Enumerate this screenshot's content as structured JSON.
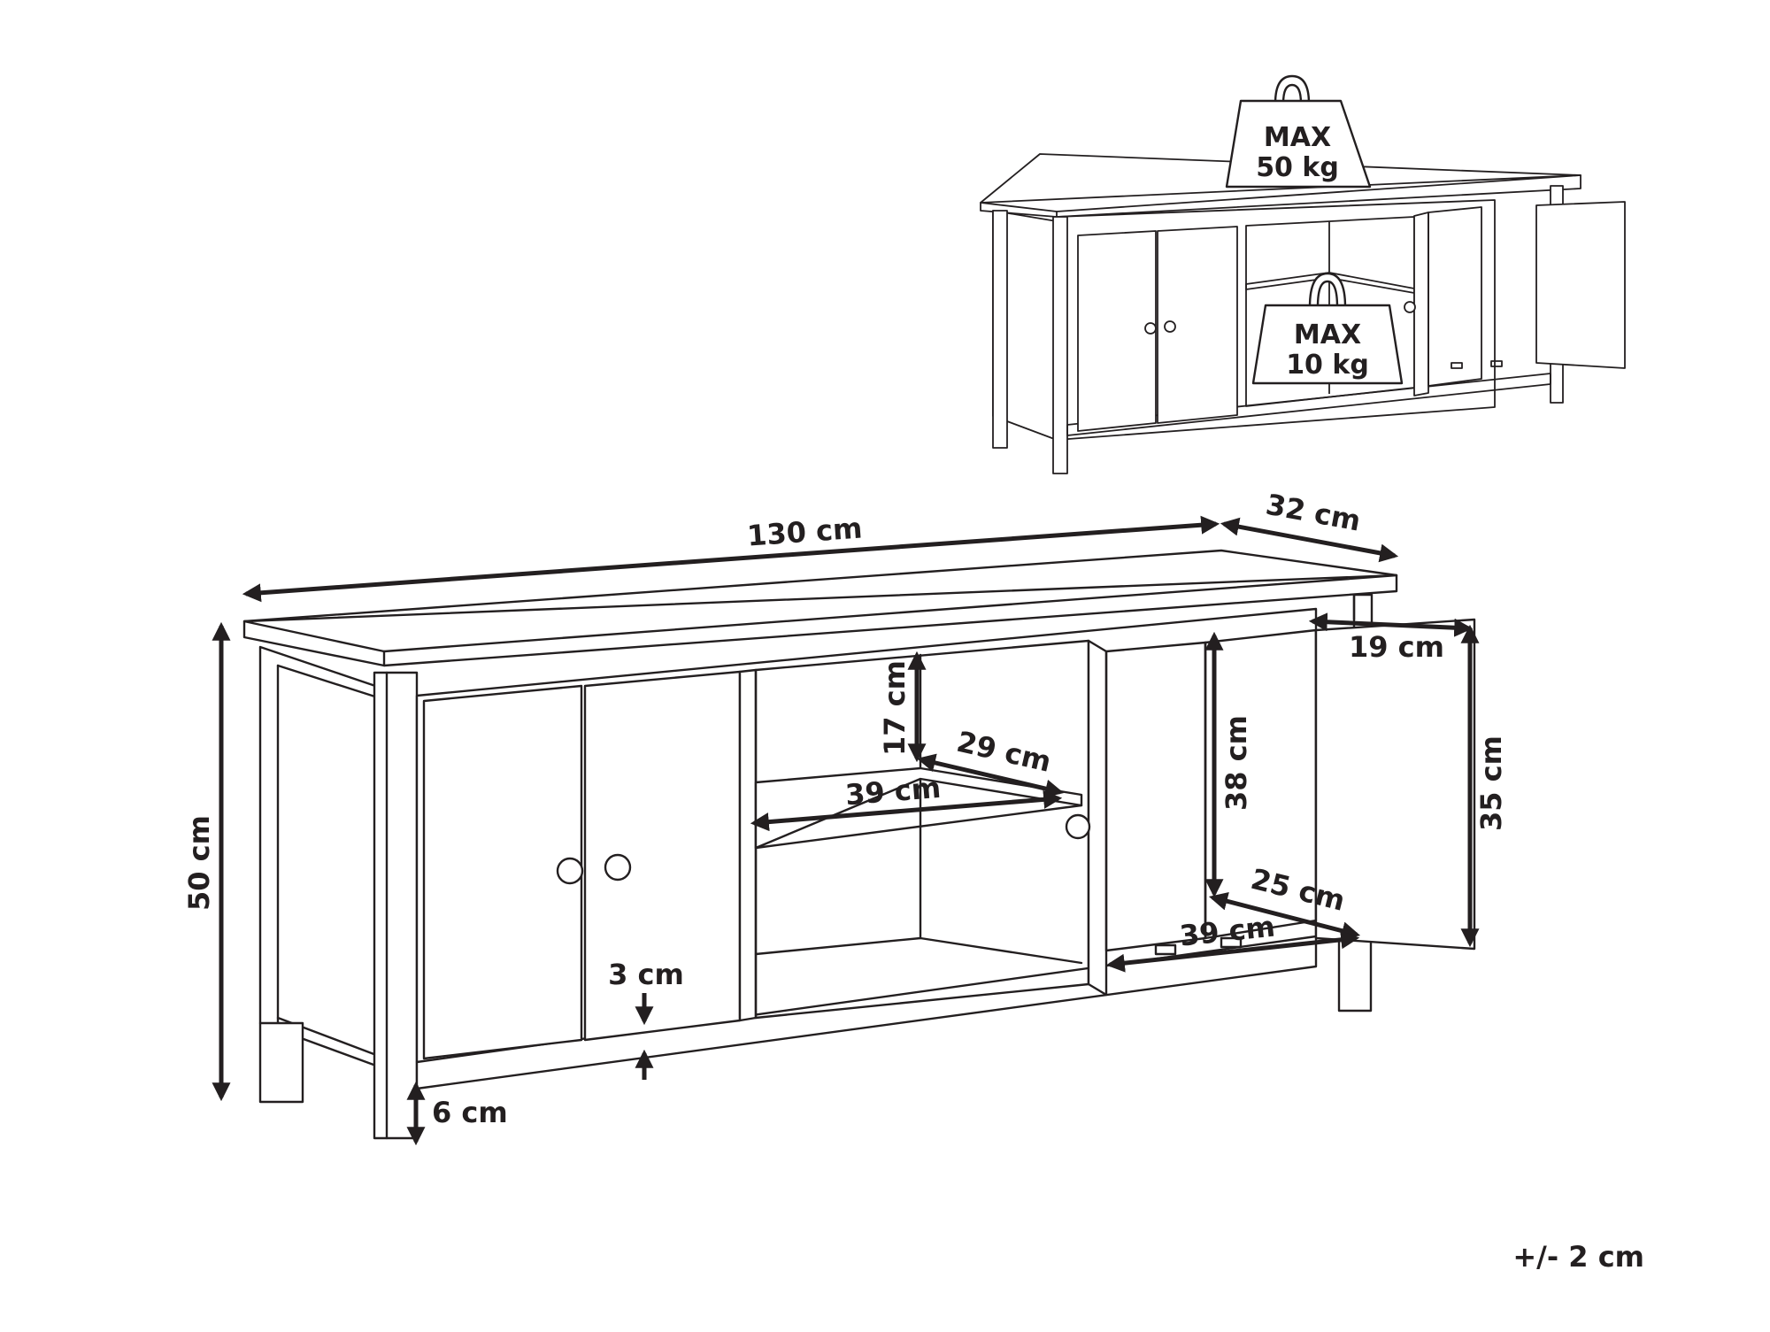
{
  "weights": {
    "top": {
      "line1": "MAX",
      "line2": "50 kg"
    },
    "shelf": {
      "line1": "MAX",
      "line2": "10 kg"
    }
  },
  "dimensions": {
    "width": "130 cm",
    "depth": "32 cm",
    "height": "50 cm",
    "leg_height": "6 cm",
    "plinth_gap": "3 cm",
    "upper_opening": "17 cm",
    "shelf_depth": "29 cm",
    "shelf_width": "39 cm",
    "compartment_height": "38 cm",
    "compartment_depth": "25 cm",
    "compartment_width": "39 cm",
    "door_width": "19 cm",
    "door_height": "35 cm"
  },
  "tolerance": "+/- 2 cm"
}
